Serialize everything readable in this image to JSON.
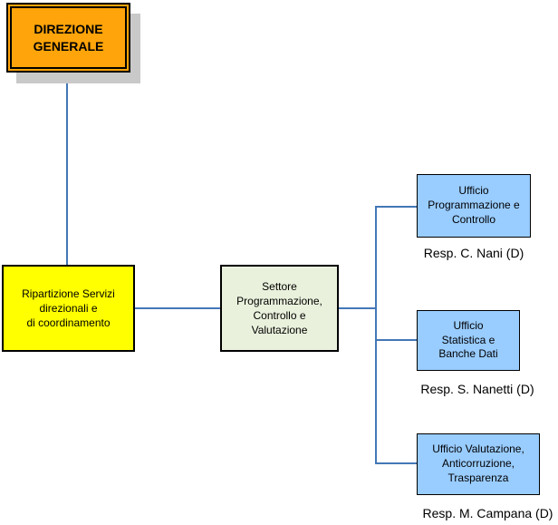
{
  "org_chart": {
    "type": "org-chart",
    "nodes": {
      "direzione_generale": {
        "label": "DIREZIONE\nGENERALE",
        "fill": "#FFA40A"
      },
      "ripartizione": {
        "label": "Ripartizione Servizi\ndirezionali e\ndi coordinamento",
        "fill": "#FFFF00"
      },
      "settore": {
        "label": "Settore\nProgrammazione,\nControllo e\nValutazione",
        "fill": "#E9F1DC"
      },
      "ufficio_programmazione": {
        "label": "Ufficio\nProgrammazione e\nControllo",
        "responsible": "Resp. C. Nani (D)",
        "fill": "#99CCFF"
      },
      "ufficio_statistica": {
        "label": "Ufficio\nStatistica e\nBanche Dati",
        "responsible": "Resp. S. Nanetti (D)",
        "fill": "#99CCFF"
      },
      "ufficio_valutazione": {
        "label": "Ufficio Valutazione,\nAnticorruzione,\nTrasparenza",
        "responsible": "Resp. M. Campana (D)",
        "fill": "#99CCFF"
      }
    },
    "edges": [
      {
        "from": "direzione_generale",
        "to": "ripartizione"
      },
      {
        "from": "ripartizione",
        "to": "settore"
      },
      {
        "from": "settore",
        "to": "ufficio_programmazione"
      },
      {
        "from": "settore",
        "to": "ufficio_statistica"
      },
      {
        "from": "settore",
        "to": "ufficio_valutazione"
      }
    ],
    "colors": {
      "connector": "#4377B6",
      "shadow": "#C9C9C9",
      "border": "#000000",
      "text": "#000000"
    }
  }
}
